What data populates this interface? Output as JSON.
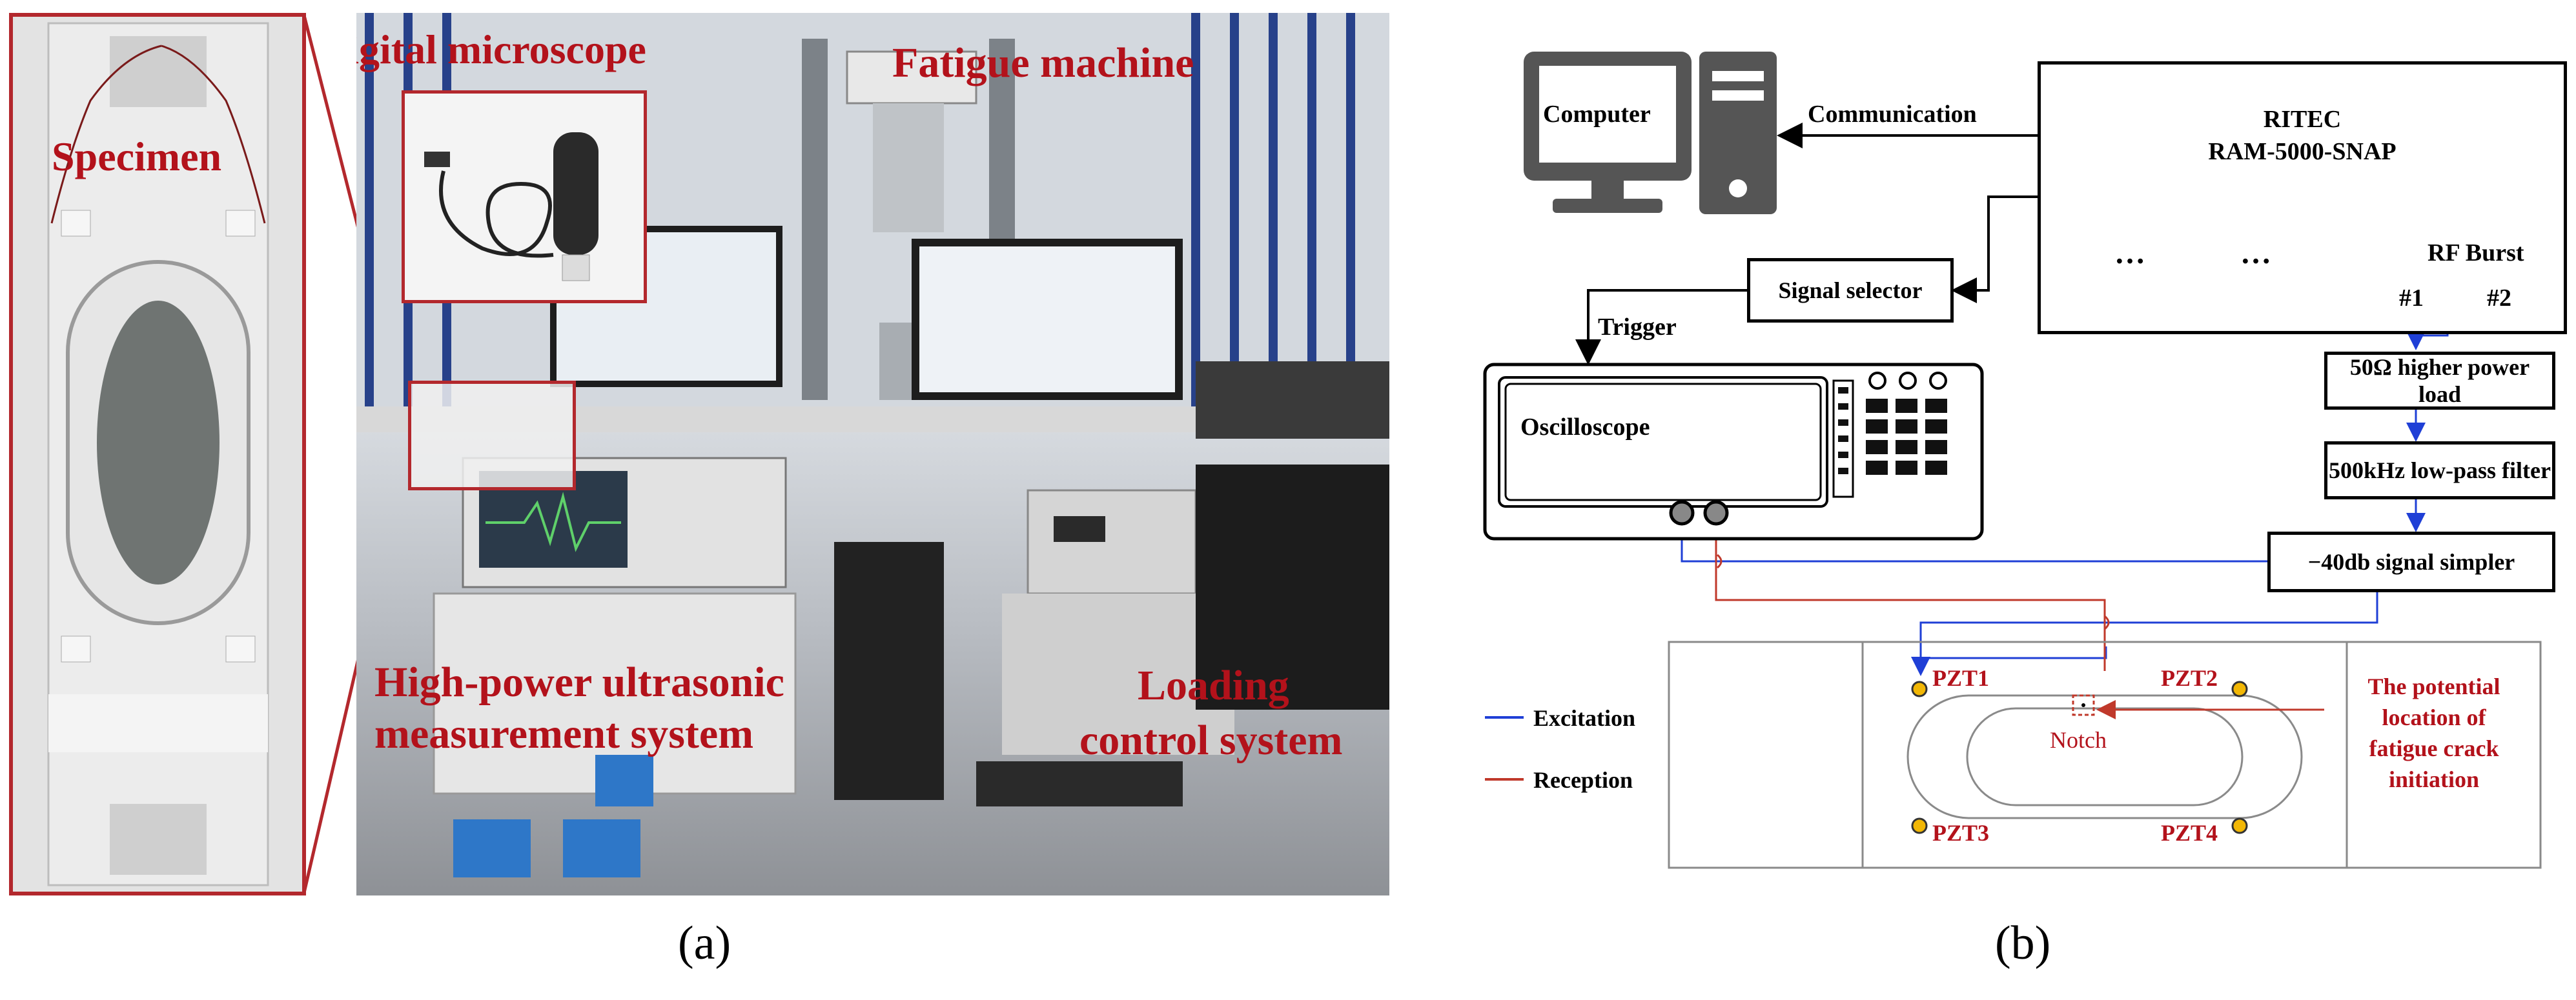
{
  "panel_a": {
    "specimen_label": "Specimen",
    "microscope_label": "Digital microscope",
    "fatigue_label": "Fatigue machine",
    "ultrasonic_label_line1": "High-power ultrasonic",
    "ultrasonic_label_line2": "measurement system",
    "loading_label_line1": "Loading",
    "loading_label_line2": "control system",
    "caption": "(a)"
  },
  "panel_b": {
    "computer_label": "Computer",
    "communication_label": "Communication",
    "ritec_line1": "RITEC",
    "ritec_line2": "RAM-5000-SNAP",
    "dots_left": "…",
    "dots_right": "…",
    "rf_burst_label": "RF Burst",
    "port1_label": "#1",
    "port2_label": "#2",
    "signal_selector_label": "Signal selector",
    "trigger_label": "Trigger",
    "oscilloscope_label": "Oscilloscope",
    "load_label": "50Ω higher power load",
    "filter_label": "500kHz low-pass filter",
    "simpler_label": "−40db signal simpler",
    "legend_excitation": "Excitation",
    "legend_reception": "Reception",
    "pzt1": "PZT1",
    "pzt2": "PZT2",
    "pzt3": "PZT3",
    "pzt4": "PZT4",
    "notch_label": "Notch",
    "crack_line1": "The potential",
    "crack_line2": "location of",
    "crack_line3": "fatigue crack",
    "crack_line4": "initiation",
    "caption": "(b)"
  },
  "colors": {
    "label_red": "#b3121b",
    "excitation_blue": "#1f3fd6",
    "reception_red": "#c0392b",
    "port_blue": "#2f6fd0",
    "pzt_yellow": "#f2b705"
  }
}
